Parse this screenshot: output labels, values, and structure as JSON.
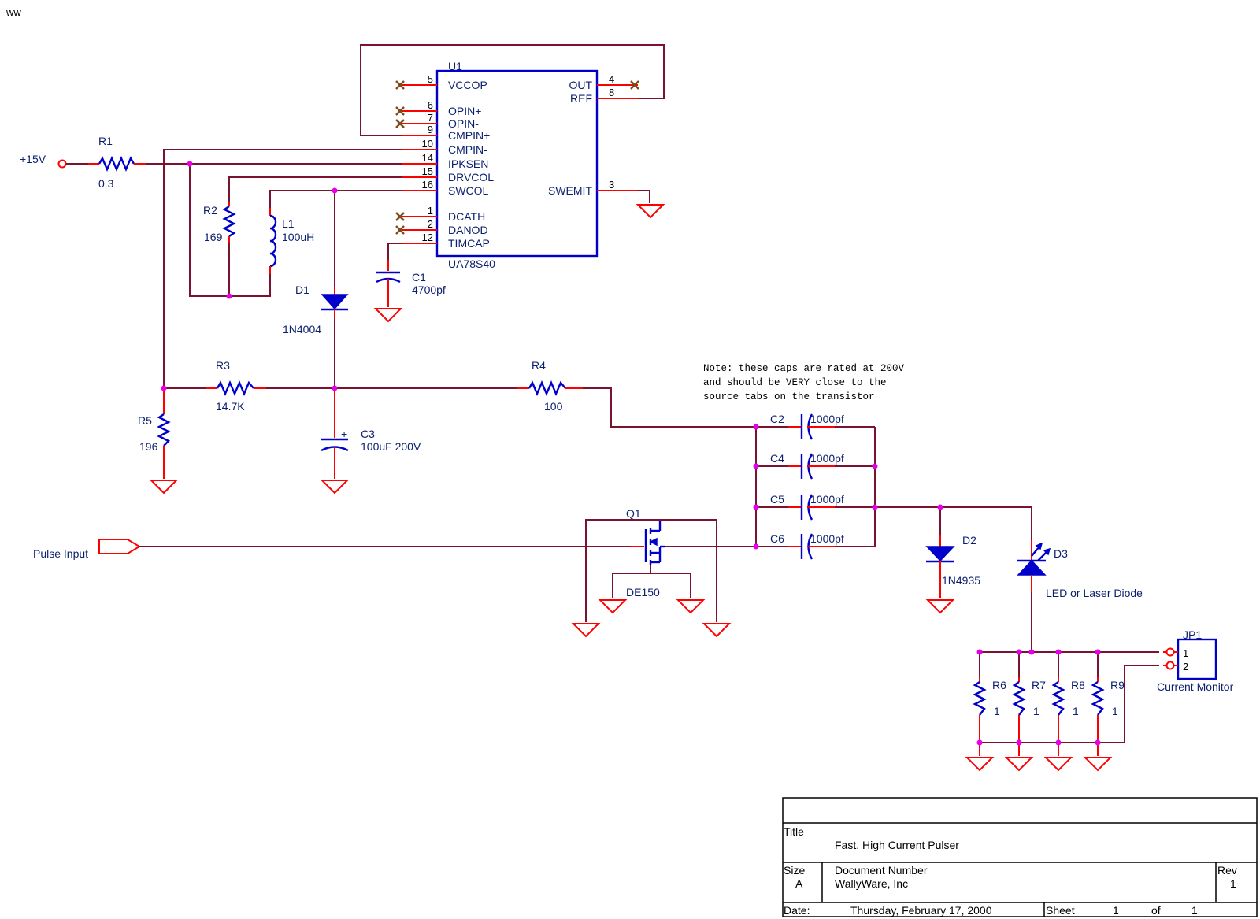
{
  "corner_mark": "ww",
  "note": {
    "line1": "Note: these caps are rated at 200V",
    "line2": "and should be VERY close to the",
    "line3": "source tabs on the transistor"
  },
  "ports": {
    "vin": "+15V",
    "pulse_input": "Pulse Input"
  },
  "u1": {
    "ref": "U1",
    "part": "UA78S40",
    "left_pins": [
      {
        "num": "5",
        "name": "VCCOP"
      },
      {
        "num": "6",
        "name": "OPIN+"
      },
      {
        "num": "7",
        "name": "OPIN-"
      },
      {
        "num": "9",
        "name": "CMPIN+"
      },
      {
        "num": "10",
        "name": "CMPIN-"
      },
      {
        "num": "14",
        "name": "IPKSEN"
      },
      {
        "num": "15",
        "name": "DRVCOL"
      },
      {
        "num": "16",
        "name": "SWCOL"
      },
      {
        "num": "1",
        "name": "DCATH"
      },
      {
        "num": "2",
        "name": "DANOD"
      },
      {
        "num": "12",
        "name": "TIMCAP"
      }
    ],
    "right_pins": [
      {
        "num": "4",
        "name": "OUT"
      },
      {
        "num": "8",
        "name": "REF"
      },
      {
        "num": "3",
        "name": "SWEMIT"
      }
    ]
  },
  "components": {
    "r1": {
      "ref": "R1",
      "value": "0.3"
    },
    "r2": {
      "ref": "R2",
      "value": "169"
    },
    "l1": {
      "ref": "L1",
      "value": "100uH"
    },
    "d1": {
      "ref": "D1",
      "value": "1N4004"
    },
    "c1": {
      "ref": "C1",
      "value": "4700pf"
    },
    "r3": {
      "ref": "R3",
      "value": "14.7K"
    },
    "r4": {
      "ref": "R4",
      "value": "100"
    },
    "r5": {
      "ref": "R5",
      "value": "196"
    },
    "c3": {
      "ref": "C3",
      "value": "100uF 200V",
      "polarity": "+"
    },
    "c2": {
      "ref": "C2",
      "value": "1000pf"
    },
    "c4": {
      "ref": "C4",
      "value": "1000pf"
    },
    "c5": {
      "ref": "C5",
      "value": "1000pf"
    },
    "c6": {
      "ref": "C6",
      "value": "1000pf"
    },
    "q1": {
      "ref": "Q1",
      "value": "DE150"
    },
    "d2": {
      "ref": "D2",
      "value": "1N4935"
    },
    "d3": {
      "ref": "D3",
      "value": "LED or Laser Diode"
    },
    "r6": {
      "ref": "R6",
      "value": "1"
    },
    "r7": {
      "ref": "R7",
      "value": "1"
    },
    "r8": {
      "ref": "R8",
      "value": "1"
    },
    "r9": {
      "ref": "R9",
      "value": "1"
    },
    "jp1": {
      "ref": "JP1",
      "value": "Current Monitor",
      "pin1": "1",
      "pin2": "2"
    }
  },
  "title_block": {
    "title_label": "Title",
    "title": "Fast, High Current Pulser",
    "size_label": "Size",
    "size": "A",
    "docnum_label": "Document Number",
    "docnum": "WallyWare, Inc",
    "rev_label": "Rev",
    "rev": "1",
    "date_label": "Date:",
    "date": "Thursday, February 17, 2000",
    "sheet_label": "Sheet",
    "sheet": "1",
    "of_label": "of",
    "of": "1"
  },
  "colors": {
    "wire": "#7a1330",
    "pin": "#ff0000",
    "part": "#0000cc",
    "junction": "#e600e6",
    "label": "#0b1f6e"
  }
}
